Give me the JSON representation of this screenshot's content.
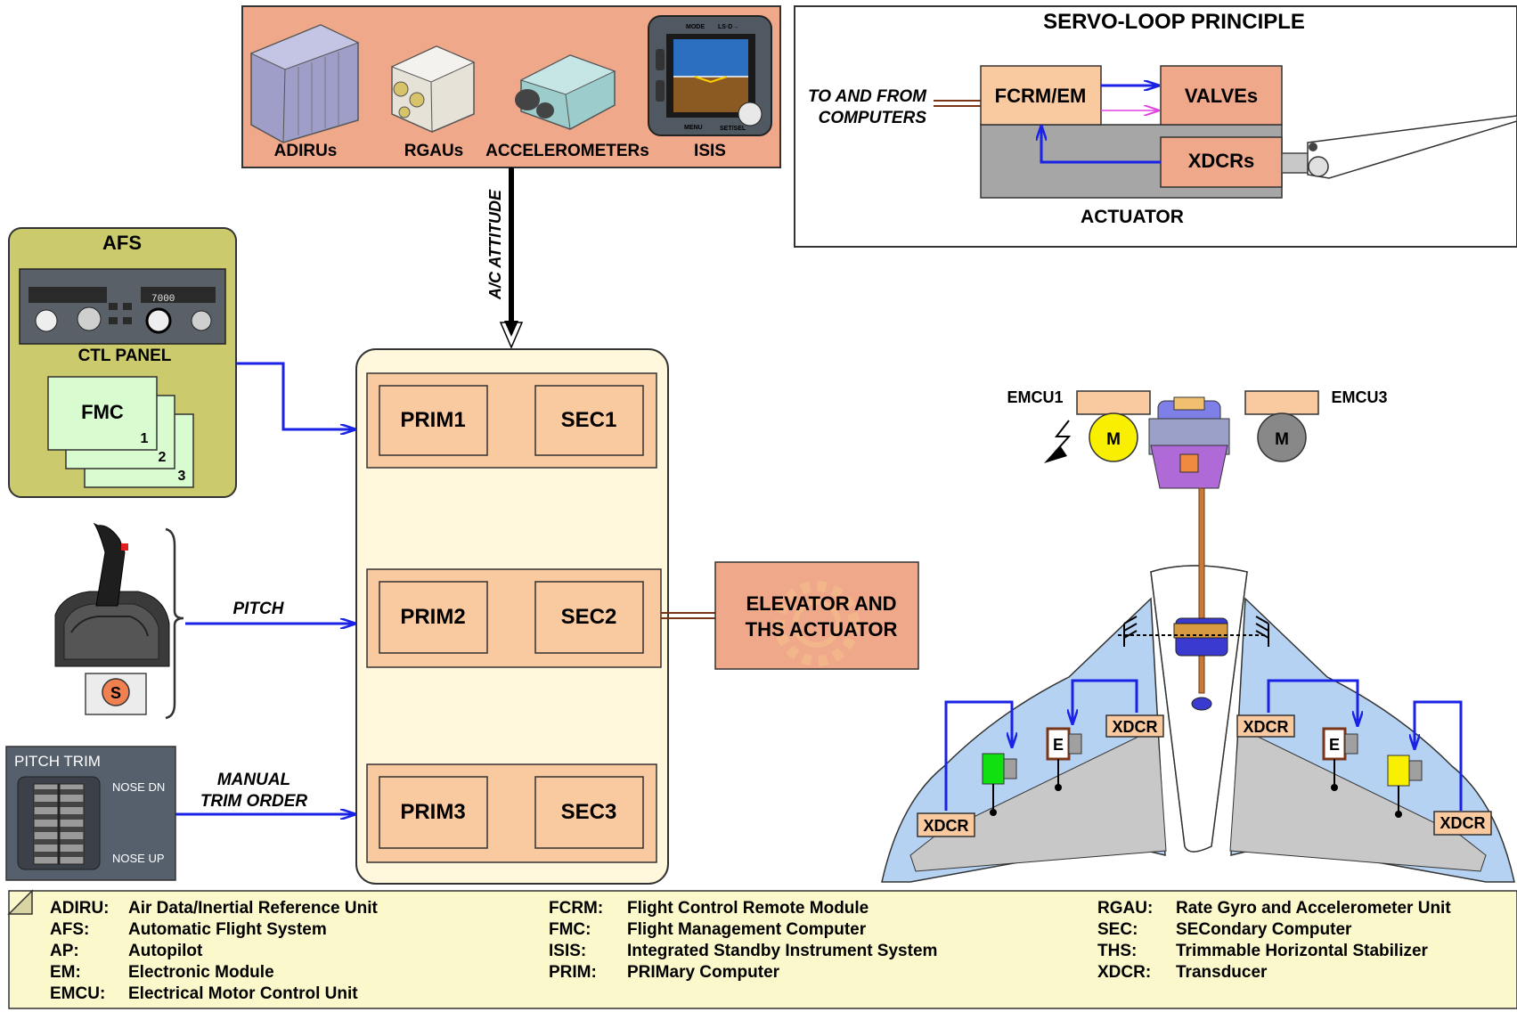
{
  "sensors": {
    "items": [
      "ADIRUs",
      "RGAUs",
      "ACCELEROMETERs",
      "ISIS"
    ],
    "isis_buttons": {
      "mode": "MODE",
      "ls": "LS·D→",
      "menu": "MENU",
      "setsel": "SET/SEL"
    }
  },
  "attitude_label": "A/C ATTITUDE",
  "servo": {
    "title": "SERVO-LOOP PRINCIPLE",
    "io_label_line1": "TO AND FROM",
    "io_label_line2": "COMPUTERS",
    "fcrm": "FCRM/EM",
    "valves": "VALVEs",
    "xdcrs": "XDCRs",
    "actuator": "ACTUATOR"
  },
  "afs": {
    "title": "AFS",
    "ctl_panel": "CTL PANEL",
    "fcu_value": "7000",
    "fmc": "FMC",
    "fmc_numbers": [
      "1",
      "2",
      "3"
    ]
  },
  "computers": {
    "rows": [
      {
        "prim": "PRIM1",
        "sec": "SEC1"
      },
      {
        "prim": "PRIM2",
        "sec": "SEC2"
      },
      {
        "prim": "PRIM3",
        "sec": "SEC3"
      }
    ]
  },
  "inputs": {
    "pitch": "PITCH",
    "manual_line1": "MANUAL",
    "manual_line2": "TRIM ORDER",
    "sidestick_button": "S"
  },
  "pitch_trim": {
    "title": "PITCH TRIM",
    "nose_dn": "NOSE DN",
    "nose_up": "NOSE UP"
  },
  "elevator_actuator": {
    "line1": "ELEVATOR AND",
    "line2": "THS ACTUATOR"
  },
  "stabilizer": {
    "emcu1": "EMCU1",
    "emcu3": "EMCU3",
    "motor": "M",
    "xdcr": "XDCR",
    "em_letter": "E"
  },
  "glossary": {
    "col1": [
      {
        "abbr": "ADIRU:",
        "def": "Air Data/Inertial Reference Unit"
      },
      {
        "abbr": "AFS:",
        "def": "Automatic Flight System"
      },
      {
        "abbr": "AP:",
        "def": "Autopilot"
      },
      {
        "abbr": "EM:",
        "def": "Electronic Module"
      },
      {
        "abbr": "EMCU:",
        "def": "Electrical Motor Control Unit"
      }
    ],
    "col2": [
      {
        "abbr": "FCRM:",
        "def": "Flight Control Remote Module"
      },
      {
        "abbr": "FMC:",
        "def": "Flight Management Computer"
      },
      {
        "abbr": "ISIS:",
        "def": "Integrated Standby Instrument System"
      },
      {
        "abbr": "PRIM:",
        "def": "PRIMary Computer"
      }
    ],
    "col3": [
      {
        "abbr": "RGAU:",
        "def": "Rate Gyro and Accelerometer Unit"
      },
      {
        "abbr": "SEC:",
        "def": "SECondary Computer"
      },
      {
        "abbr": "THS:",
        "def": "Trimmable Horizontal Stabilizer"
      },
      {
        "abbr": "XDCR:",
        "def": "Transducer"
      }
    ]
  },
  "colors": {
    "blue_line": "#1a22e6",
    "box_fill": "#f9c9a0",
    "sensor_bg": "#efa889",
    "afs_bg": "#cbcb6e",
    "cream": "#fff8dc",
    "fmc_fill": "#d8fcd0",
    "glossary_bg": "#fbf8cb",
    "stab_blue": "#b5d2f2"
  }
}
